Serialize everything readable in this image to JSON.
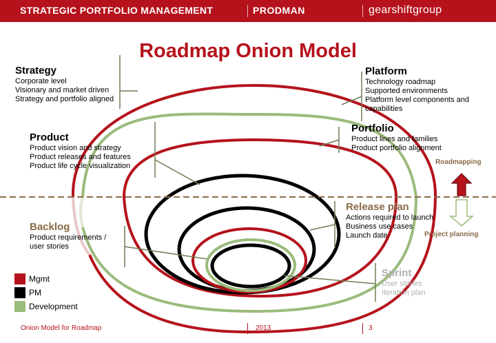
{
  "header": {
    "title": "STRATEGIC PORTFOLIO MANAGEMENT",
    "prodman": "PRODMAN",
    "gearshift": "gearshiftgroup"
  },
  "slide": {
    "title": "Roadmap Onion Model"
  },
  "layers": {
    "strategy": {
      "title": "Strategy",
      "lines": [
        "Corporate level",
        "Visionary and market driven",
        "Strategy and portfolio aligned"
      ]
    },
    "platform": {
      "title": "Platform",
      "lines": [
        "Technology roadmap",
        "Supported environments",
        "Platform level components and",
        "capabilities"
      ]
    },
    "product": {
      "title": "Product",
      "lines": [
        "Product vision and strategy",
        "Product releases and features",
        "Product life cycle visualization"
      ]
    },
    "portfolio": {
      "title": "Portfolio",
      "lines": [
        "Product lines and families",
        "Product portfolio alignment"
      ]
    },
    "release_plan": {
      "title": "Release plan",
      "lines": [
        "Actions required to launch",
        "Business use cases",
        "Launch date"
      ]
    },
    "backlog": {
      "title": "Backlog",
      "lines": [
        "Product requirements /",
        "user stories"
      ]
    },
    "sprint": {
      "title": "Sprint",
      "lines": [
        "User stories",
        "Iteration plan"
      ]
    }
  },
  "arrows": {
    "up_label": "Roadmapping",
    "down_label": "Project planning"
  },
  "legend": [
    {
      "label": "Mgmt",
      "color": "#b5121b"
    },
    {
      "label": "PM",
      "color": "#000000"
    },
    {
      "label": "Development",
      "color": "#9bbb7c"
    }
  ],
  "footer": {
    "left": "Onion Model for Roadmap",
    "middle": "2013",
    "right": "3"
  },
  "colors": {
    "mgmt": "#b5121b",
    "pm": "#000000",
    "development": "#9bbb7c",
    "divider": "#8a6b48",
    "connector": "#6e7d55"
  }
}
